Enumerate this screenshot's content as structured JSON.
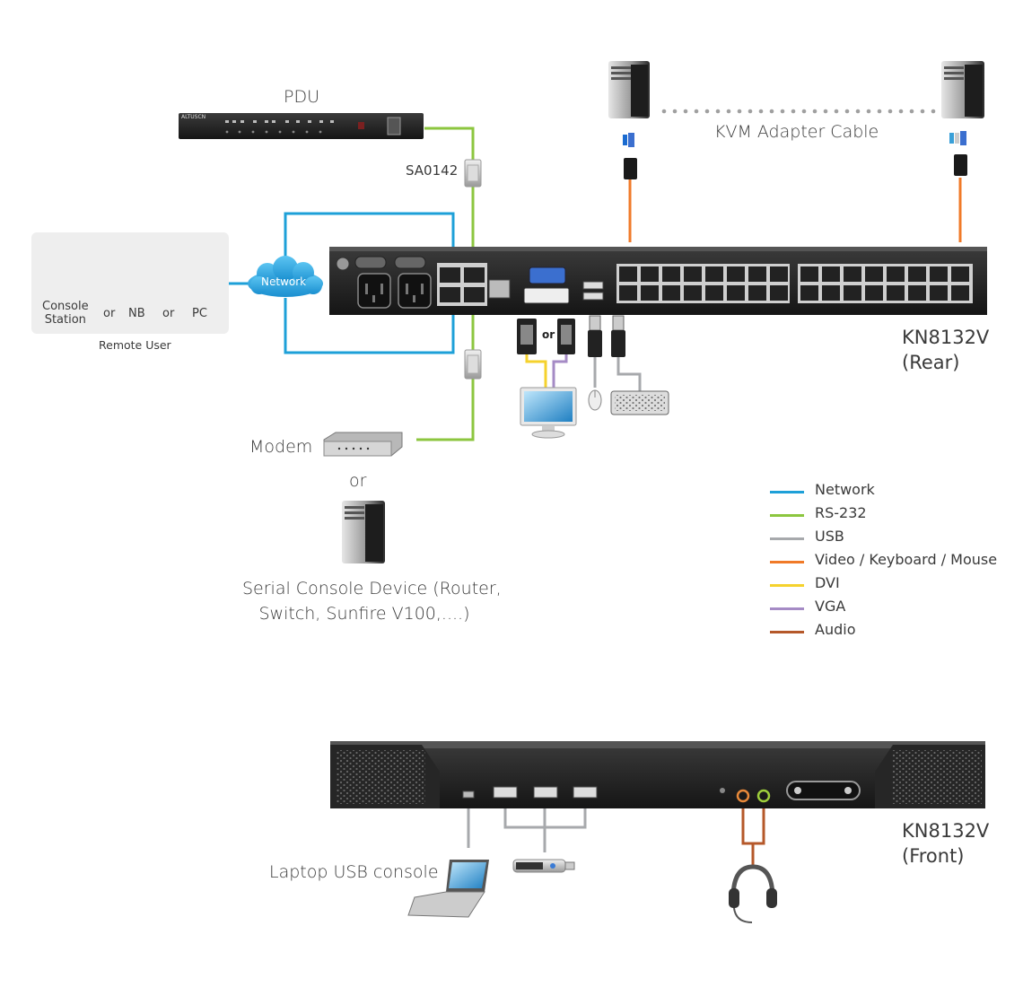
{
  "labels": {
    "pdu": "PDU",
    "pdu_brand": "ALTUSCN",
    "sa0142": "SA0142",
    "kvm_adapter_cable": "KVM Adapter Cable",
    "network_cloud": "Network",
    "console_station": "Console\nStation",
    "or": "or",
    "nb": "NB",
    "pc": "PC",
    "remote_user": "Remote User",
    "modem": "Modem",
    "serial_console": "Serial Console Device (Router,\nSwitch, Sunfire V100,....)",
    "rear_title": "KN8132V\n(Rear)",
    "front_title": "KN8132V\n(Front)",
    "laptop_usb_console": "Laptop USB console"
  },
  "legend": [
    {
      "label": "Network",
      "color": "#1ea0d8"
    },
    {
      "label": "RS-232",
      "color": "#8cc63f"
    },
    {
      "label": "USB",
      "color": "#a7a9ac"
    },
    {
      "label": "Video / Keyboard / Mouse",
      "color": "#f07a28"
    },
    {
      "label": "DVI",
      "color": "#f5d22d"
    },
    {
      "label": "VGA",
      "color": "#a58bc5"
    },
    {
      "label": "Audio",
      "color": "#b5582a"
    }
  ]
}
